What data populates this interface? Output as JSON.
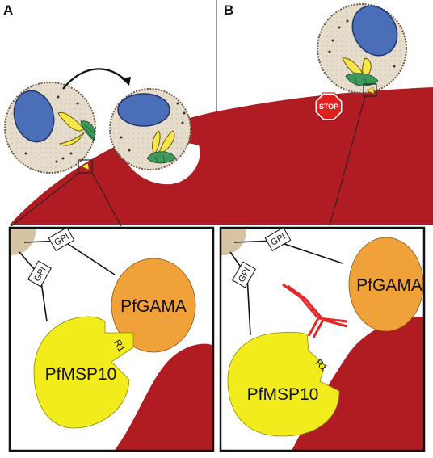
{
  "panels": {
    "a": {
      "letter": "A"
    },
    "b": {
      "letter": "B"
    }
  },
  "labels": {
    "gpi": "GPI",
    "pfgama": "PfGAMA",
    "pfmsp10": "PfMSP10",
    "r1": "R1",
    "stop": "STOP"
  },
  "colors": {
    "red_blood_cell": "#b01c22",
    "merozoite_body": "#e6dccb",
    "nucleus": "#4a6fb8",
    "rhoptry": "#f5e64a",
    "micronemes": "#3e9a5a",
    "pfmsp10": "#f2ec1d",
    "pfgama": "#f0a13a",
    "antibody": "#e02a2a",
    "stop_sign": "#e02020"
  }
}
